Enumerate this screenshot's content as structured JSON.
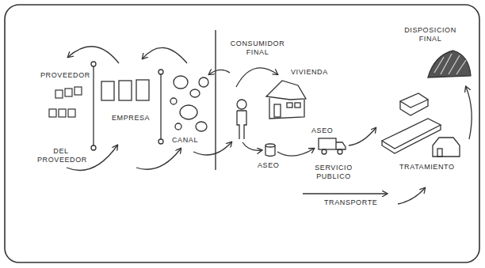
{
  "diagram": {
    "labels": [
      "PROVEEDOR",
      "DEL PROVEEDOR",
      "EMPRESA",
      "CANAL",
      "CONSUMIDOR FINAL",
      "VIVIENDA",
      "ASEO",
      "ASEO",
      "SERVICIO PUBLICO",
      "TRANSPORTE",
      "DISPOSICION FINAL",
      "TRATAMIENTO"
    ]
  }
}
